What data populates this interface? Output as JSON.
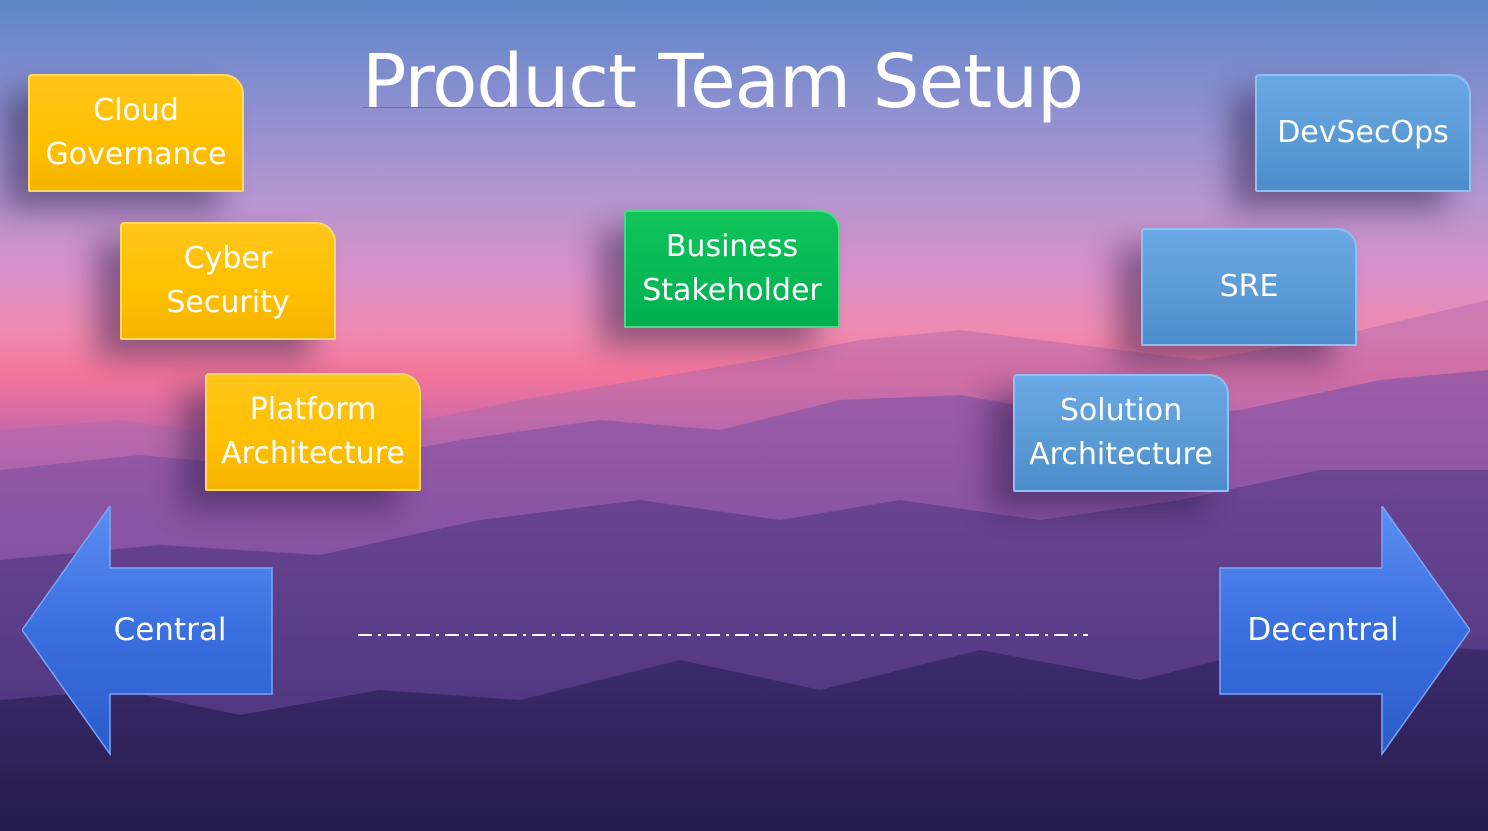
{
  "slide": {
    "title": "Product Team Setup"
  },
  "central_boxes": [
    {
      "label": "Cloud\nGovernance"
    },
    {
      "label": "Cyber\nSecurity"
    },
    {
      "label": "Platform\nArchitecture"
    }
  ],
  "middle_box": {
    "label": "Business\nStakeholder"
  },
  "decentral_boxes": [
    {
      "label": "DevSecOps"
    },
    {
      "label": "SRE"
    },
    {
      "label": "Solution\nArchitecture"
    }
  ],
  "axis": {
    "left_label": "Central",
    "right_label": "Decentral"
  },
  "colors": {
    "central": "#FFC000",
    "stakeholder": "#00B050",
    "decentral": "#5B9BD5",
    "arrow": "#3B6FE0"
  }
}
